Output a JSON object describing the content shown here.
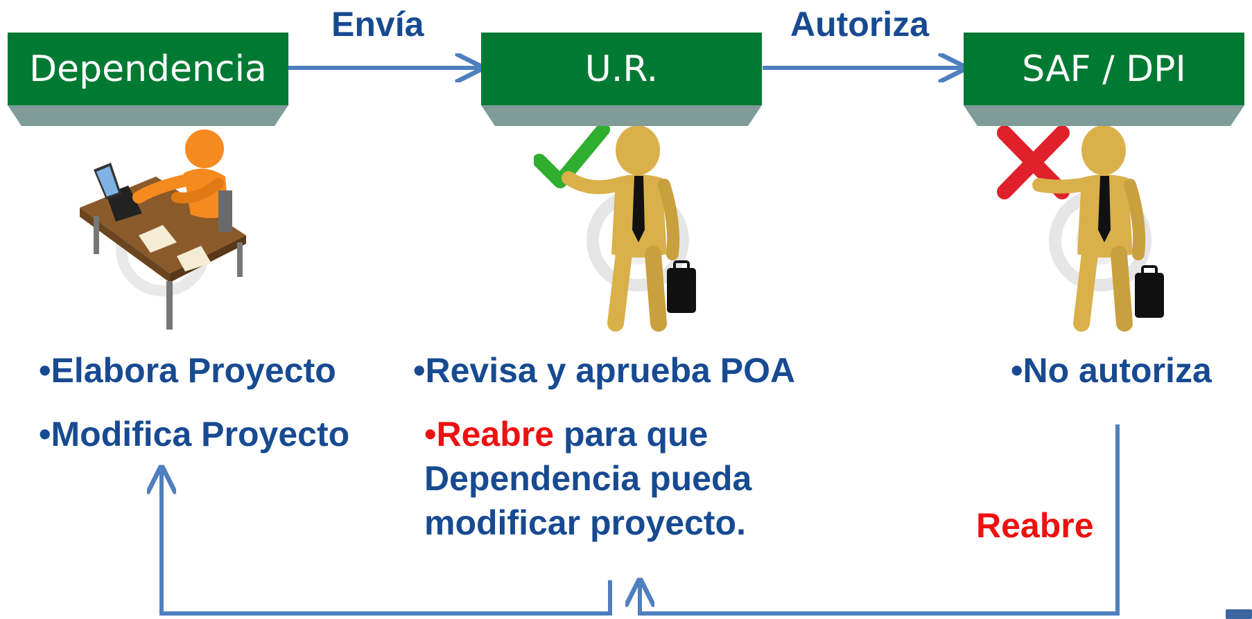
{
  "flow": {
    "dependencia": "Dependencia",
    "ur": "U.R.",
    "saf": "SAF / DPI",
    "envia": "Envía",
    "autoriza": "Autoriza"
  },
  "dependencia_actions": {
    "item1": "•Elabora Proyecto",
    "item2": "•Modifica Proyecto"
  },
  "ur_actions": {
    "item1": "•Revisa y aprueba POA",
    "item2_bullet": "•",
    "item2_red": "Reabre",
    "item2_rest": " para que",
    "item2_line2": "Dependencia pueda",
    "item2_line3": "modificar proyecto."
  },
  "saf_actions": {
    "item1": "•No autoriza",
    "reabre": "Reabre"
  },
  "colors": {
    "box_green": "#007A33",
    "box_shadow": "#7F9C98",
    "arrow_blue": "#4F7FBE",
    "text_blue": "#174A91",
    "red": "#EE1111"
  },
  "icons": {
    "dependencia_figure": "person-at-desk-with-laptop",
    "ur_figure": "gold-person-with-checkmark",
    "saf_figure": "gold-person-with-red-x"
  }
}
